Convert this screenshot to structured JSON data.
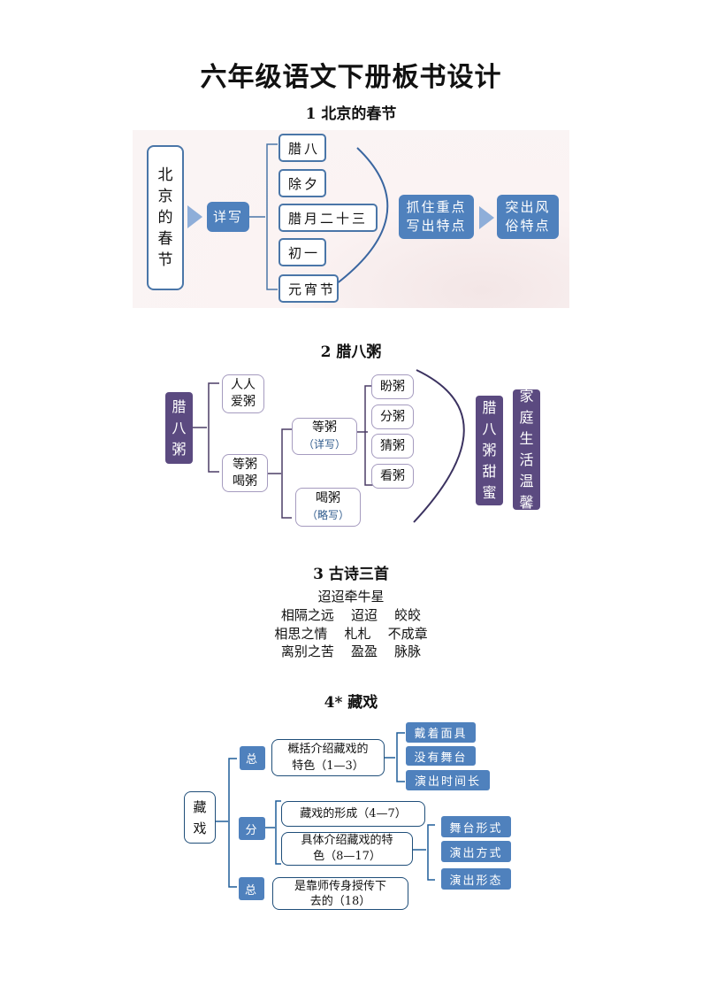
{
  "page_title": "六年级语文下册板书设计",
  "section1": {
    "heading": "1  北京的春节",
    "root": [
      "北",
      "京",
      "的",
      "春",
      "节"
    ],
    "method": "详写",
    "items": [
      "腊八",
      "除夕",
      "腊月二十三",
      "初一",
      "元宵节"
    ],
    "summary": [
      "抓住重点",
      "写出特点"
    ],
    "conclusion": [
      "突出风",
      "俗特点"
    ],
    "colors": {
      "blue": "#4f81bd",
      "border": "#4a76a8"
    }
  },
  "section2": {
    "heading": "2  腊八粥",
    "root": [
      "腊",
      "八",
      "粥"
    ],
    "branch1": [
      "人人",
      "爱粥"
    ],
    "branch2": [
      "等粥",
      "喝粥"
    ],
    "sub1": {
      "label": "等粥",
      "note": "（详写）"
    },
    "sub2": {
      "label": "喝粥",
      "note": "（略写）"
    },
    "items": [
      "盼粥",
      "分粥",
      "猜粥",
      "看粥"
    ],
    "result1": [
      "腊",
      "八",
      "粥",
      "甜",
      "蜜"
    ],
    "result2": [
      "家",
      "庭",
      "生",
      "活",
      "温",
      "馨"
    ],
    "colors": {
      "purple": "#5b4a80"
    }
  },
  "section3": {
    "heading": "3  古诗三首",
    "lines": [
      "迢迢牵牛星",
      "相隔之远    迢迢    皎皎",
      "相思之情    札札    不成章",
      "离别之苦    盈盈    脉脉"
    ]
  },
  "section4": {
    "heading": "4*  藏戏",
    "root": [
      "藏",
      "戏"
    ],
    "part1": {
      "tag": "总",
      "text": [
        "概括介绍藏戏的",
        "特色（1—3）"
      ]
    },
    "part1_items": [
      "戴着面具",
      "没有舞台",
      "演出时间长"
    ],
    "part2": {
      "tag": "分",
      "text_a": [
        "藏戏的形成（4—7）"
      ],
      "text_b": [
        "具体介绍藏戏的特",
        "色（8—17）"
      ]
    },
    "part2_items": [
      "舞台形式",
      "演出方式",
      "演出形态"
    ],
    "part3": {
      "tag": "总",
      "text": [
        "是靠师传身授传下",
        "去的（18）"
      ]
    }
  }
}
